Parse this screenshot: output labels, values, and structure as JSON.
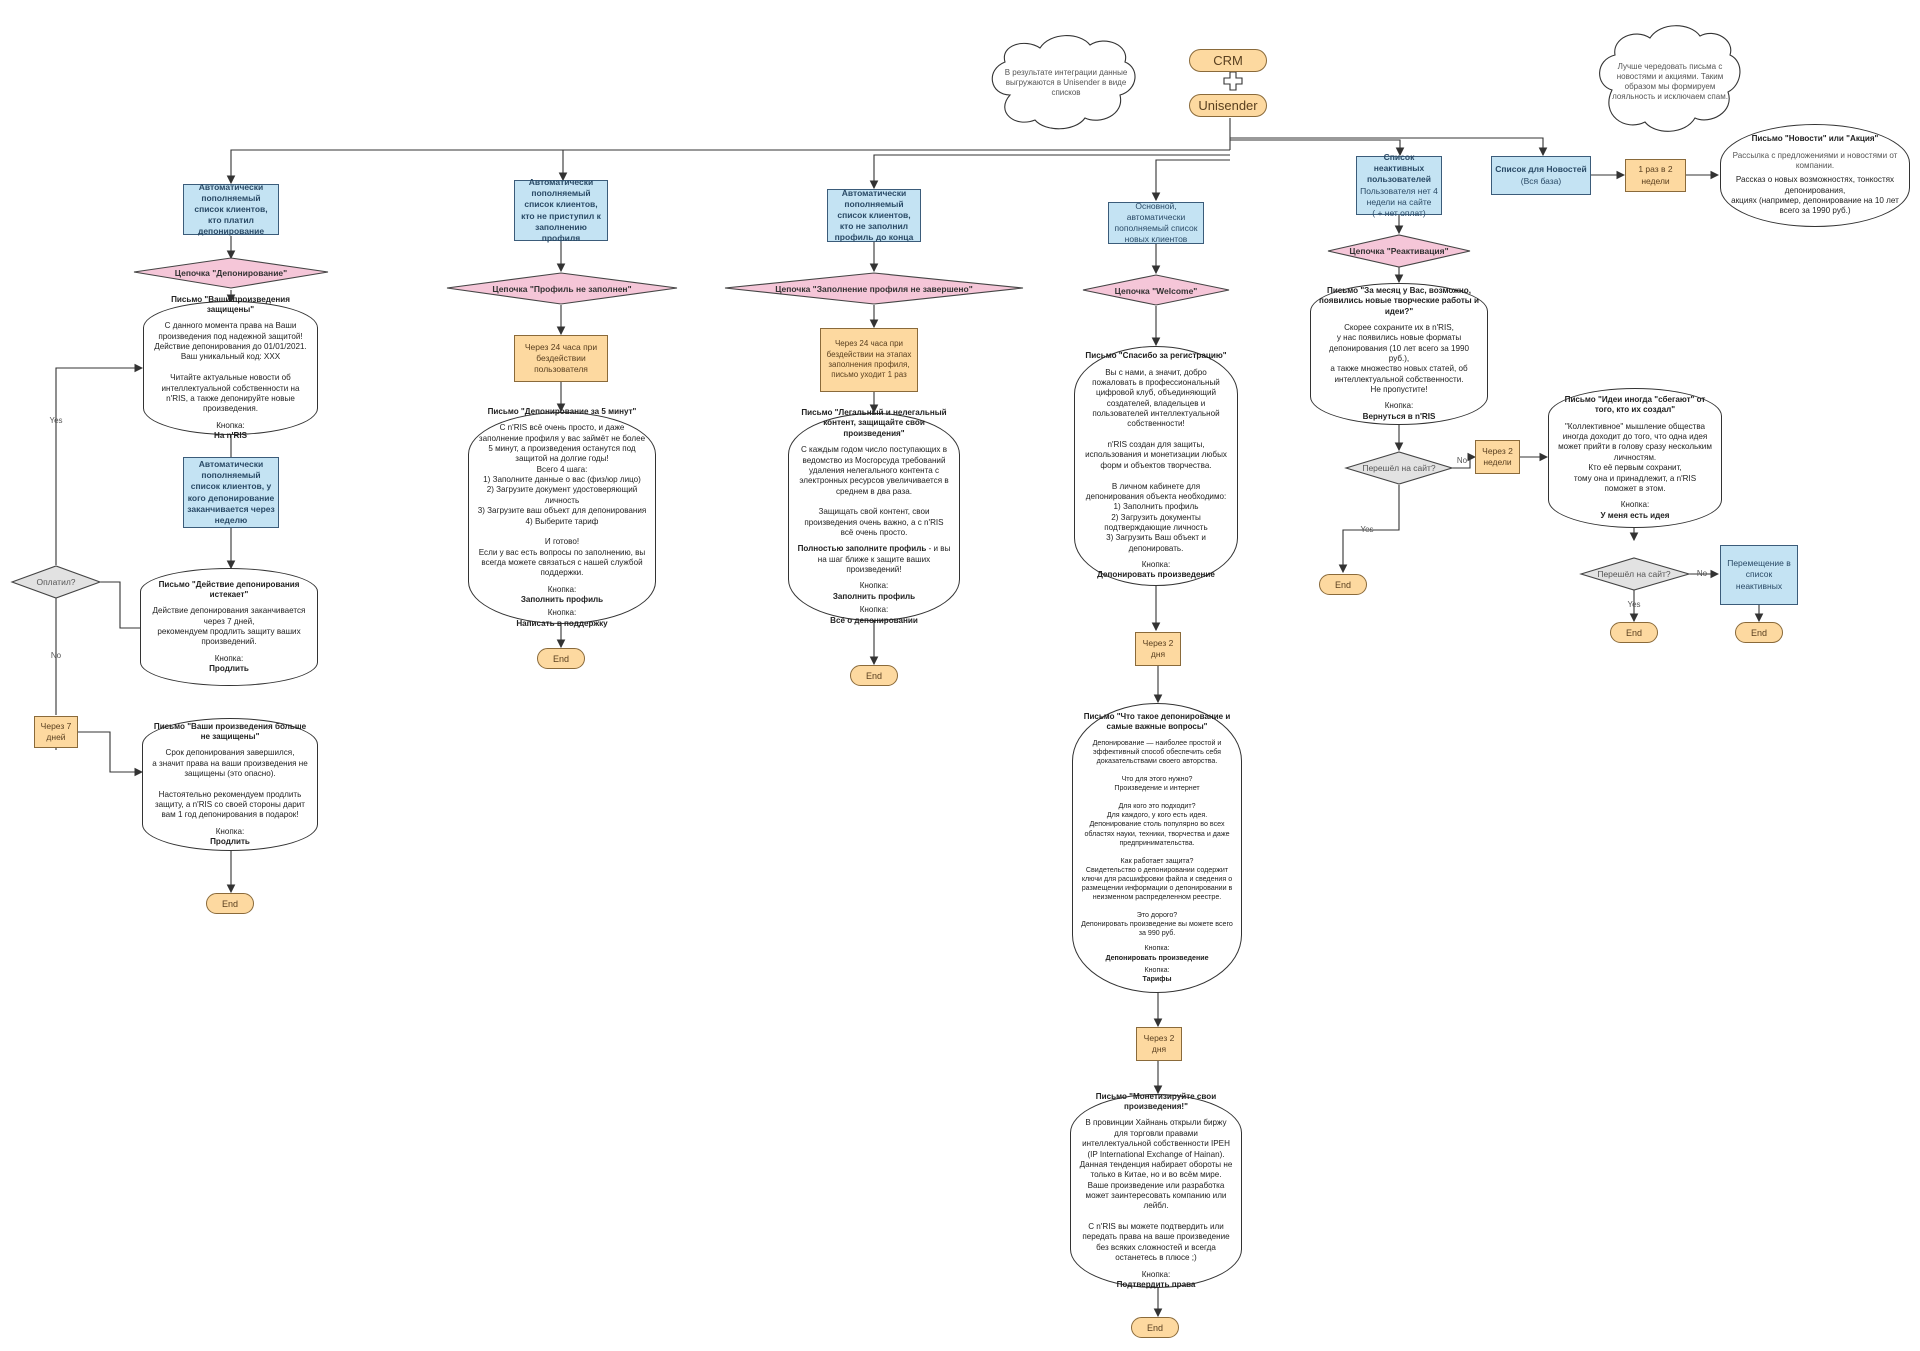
{
  "header": {
    "crm": "CRM",
    "plus": "+",
    "unisender": "Unisender",
    "cloud_left": "В результате интеграции данные выгружаются в Unisender в виде списков",
    "cloud_right": "Лучше чередовать письма с новостями и акциями. Таким образом мы формируем лояльность и исключаем спам."
  },
  "col1": {
    "list": "Автоматически пополняемый список клиентов, кто платил депонирование",
    "chain": "Цепочка \"Депонирование\"",
    "letter1_title": "Письмо \"Ваши произведения защищены\"",
    "letter1_body": "С данного момента права на Ваши произведения под надежной защитой!\nДействие депонирования до 01/01/2021.\nВаш уникальный код: XXX\n\nЧитайте актуальные новости об интеллектуальной собственности на n'RIS, а также депонируйте новые произведения.",
    "letter1_btn_label": "Кнопка:",
    "letter1_btn": "На n'RIS",
    "list2": "Автоматически пополняемый список клиентов, у кого депонирование заканчивается через неделю",
    "letter2_title": "Письмо \"Действие депонирования истекает\"",
    "letter2_body": "Действие депонирования заканчивается через 7 дней,\nрекомендуем продлить защиту ваших произведений.",
    "letter2_btn_label": "Кнопка:",
    "letter2_btn": "Продлить",
    "paid_q": "Оплатил?",
    "yes": "Yes",
    "no": "No",
    "wait7": "Через 7 дней",
    "letter3_title": "Письмо \"Ваши произведения больше не защищены\"",
    "letter3_body": "Срок депонирования завершился,\nа значит права на ваши произведения не защищены (это опасно).\n\nНастоятельно рекомендуем продлить защиту, а n'RIS со своей стороны дарит вам 1 год депонирования в подарок!",
    "letter3_btn_label": "Кнопка:",
    "letter3_btn": "Продлить",
    "end": "End"
  },
  "col2": {
    "list": "Автоматически пополняемый список клиентов, кто не приступил к заполнению профиля",
    "chain": "Цепочка \"Профиль не заполнен\"",
    "wait": "Через 24 часа при бездействии пользователя",
    "letter_title": "Письмо \"Депонирование за 5 минут\"",
    "letter_body": "С n'RIS всё очень просто, и даже заполнение профиля у вас займёт не более 5 минут, а произведения останутся под защитой на долгие годы!\nВсего 4 шага:\n1) Заполните данные о вас (физ/юр лицо)\n2) Загрузите документ удостоверяющий личность\n3) Загрузите ваш объект для депонирования\n4) Выберите тариф\n\nИ готово!\nЕсли у вас есть вопросы по заполнению, вы всегда можете связаться с нашей службой поддержки.",
    "btn_label1": "Кнопка:",
    "btn1": "Заполнить профиль",
    "btn_label2": "Кнопка:",
    "btn2": "Написать в поддержку",
    "end": "End"
  },
  "col3": {
    "list": "Автоматически пополняемый список клиентов, кто не заполнил профиль до конца",
    "chain": "Цепочка \"Заполнение профиля не завершено\"",
    "wait": "Через 24 часа при бездействии на этапах заполнения профиля, письмо уходит 1 раз",
    "letter_title": "Письмо \"Легальный и нелегальный контент, защищайте свои произведения\"",
    "letter_body": "С каждым годом число поступающих в ведомство из Мосгорсуда требований удаления нелегального контента с электронных ресурсов увеличивается в среднем в два раза.\n\nЗащищать свой контент, свои произведения очень важно, а с n'RIS всё очень просто.",
    "letter_bold": "Полностью заполните профиль",
    "letter_tail": " - и вы на шаг ближе к защите ваших произведений!",
    "btn_label1": "Кнопка:",
    "btn1": "Заполнить профиль",
    "btn_label2": "Кнопка:",
    "btn2": "Всё о депонировании",
    "end": "End"
  },
  "col4": {
    "list": "Основной, автоматически пополняемый список новых клиентов",
    "chain": "Цепочка \"Welcome\"",
    "letter1_title": "Письмо \"Спасибо за регистрацию\"",
    "letter1_body": "Вы с нами, а значит, добро пожаловать в профессиональный цифровой клуб, объединяющий создателей, владельцев и пользователей интеллектуальной собственности!\n\nn'RIS создан для защиты, использования и монетизации любых форм и объектов творчества.\n\nВ личном кабинете для депонирования объекта необходимо:\n1) Заполнить профиль\n2) Загрузить документы подтверждающие личность\n3) Загрузить Ваш объект и депонировать.",
    "letter1_btn_label": "Кнопка:",
    "letter1_btn": "Депонировать произведение",
    "wait1": "Через 2 дня",
    "letter2_title": "Письмо \"Что такое депонирование и самые важные вопросы\"",
    "letter2_body": "Депонирование — наиболее простой и эффективный способ обеспечить себя доказательствами своего авторства.\n\nЧто для этого нужно?\nПроизведение и интернет\n\nДля кого это подходит?\nДля каждого, у кого есть идея.\nДепонирование столь популярно во всех областях науки, техники, творчества и даже предпринимательства.\n\nКак работает защита?\nСвидетельство о депонировании содержит ключи для расшифровки файла и сведения о размещении информации о депонировании в неизменном распределенном реестре.\n\nЭто дорого?\nДепонировать произведение вы можете всего за 990 руб.",
    "letter2_btn_label1": "Кнопка:",
    "letter2_btn1": "Депонировать произведение",
    "letter2_btn_label2": "Кнопка:",
    "letter2_btn2": "Тарифы",
    "wait2": "Через 2 дня",
    "letter3_title": "Письмо \"Монетизируйте свои произведения!\"",
    "letter3_body": "В провинции Хайнань открыли биржу для торговли правами интеллектуальной собственности IPEH (IP International Exchange of Hainan).\nДанная тенденция набирает обороты не только в Китае, но и во всём мире.\nВаше произведение или разработка может заинтересовать компанию или лейбл.\n\nС n'RIS вы можете подтвердить или передать права на ваше произведение без всяких сложностей и всегда останетесь в плюсе ;)",
    "letter3_btn_label": "Кнопка:",
    "letter3_btn": "Подтвердить права",
    "end": "End"
  },
  "col5": {
    "list_title": "Список неактивных пользователей",
    "list_body": "Пользователя нет 4 недели на сайте\n( + нет оплат)",
    "chain": "Цепочка \"Реактивация\"",
    "letter1_title": "Письмо \"За месяц у Вас, возможно, появились новые творческие работы и идеи?\"",
    "letter1_body": "Скорее сохраните их в n'RIS,\nу нас появились новые форматы депонирования (10 лет всего за 1990 руб.),\nа также множество новых статей, об интеллектуальной собственности.\nНе пропустите!",
    "letter1_btn_label": "Кнопка:",
    "letter1_btn": "Вернуться в n'RIS",
    "visited_q": "Перешёл на сайт?",
    "yes": "Yes",
    "no": "No",
    "end": "End",
    "wait": "Через 2 недели",
    "letter2_title": "Письмо \"Идеи иногда \"сбегают\" от того, кто их создал\"",
    "letter2_body": "\"Коллективное\" мышление общества иногда доходит до того, что одна идея может прийти в голову сразу нескольким личностям.\nКто её первым сохранит,\nтому она и принадлежит, а n'RIS поможет в этом.",
    "letter2_btn_label": "Кнопка:",
    "letter2_btn": "У меня есть идея",
    "visited_q2": "Перешёл на сайт?",
    "yes2": "Yes",
    "no2": "No",
    "end2": "End",
    "move": "Перемещение в список неактивных",
    "end3": "End"
  },
  "col6": {
    "list_title": "Список для Новостей",
    "list_sub": "(Вся база)",
    "wait": "1 раз в 2 недели",
    "letter_title": "Письмо \"Новости\" или \"Акция\"",
    "letter_sub": "Рассылка с предложениями и новостями от компании.",
    "letter_body": "Рассказ о новых возможностях, тонкостях депонирования,\nакциях (например, депонирование на 10 лет всего за 1990 руб.)"
  }
}
